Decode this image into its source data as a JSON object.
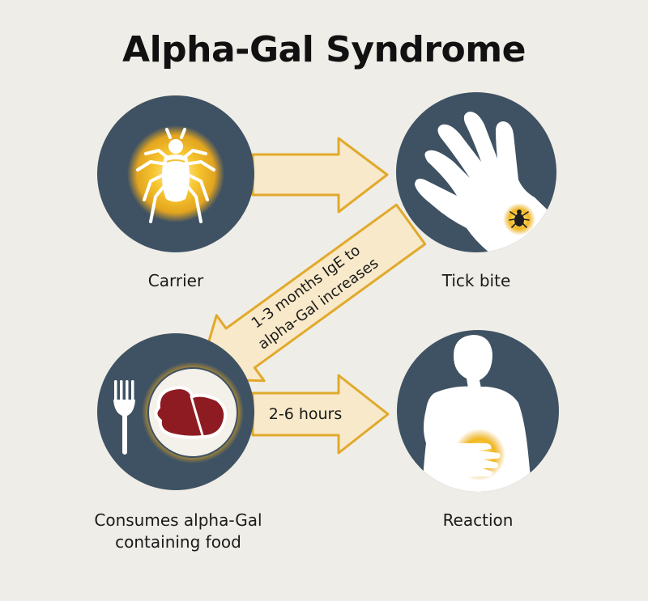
{
  "title": "Alpha-Gal Syndrome",
  "steps": {
    "carrier": "Carrier",
    "tick_bite": "Tick bite",
    "food_line1": "Consumes alpha-Gal",
    "food_line2": "containing food",
    "reaction": "Reaction"
  },
  "arrows": {
    "diag_line1": "1-3 months IgE to",
    "diag_line2": "alpha-Gal increases",
    "hours": "2-6 hours"
  },
  "colors": {
    "circle": "#3f5263",
    "arrow_fill": "#f7e9c9",
    "arrow_stroke": "#e1a92c",
    "glow": "#f0b41e",
    "meat": "#8f1b22"
  },
  "icons": [
    "tick-icon",
    "hand-icon",
    "fork-icon",
    "steak-plate-icon",
    "person-icon"
  ]
}
